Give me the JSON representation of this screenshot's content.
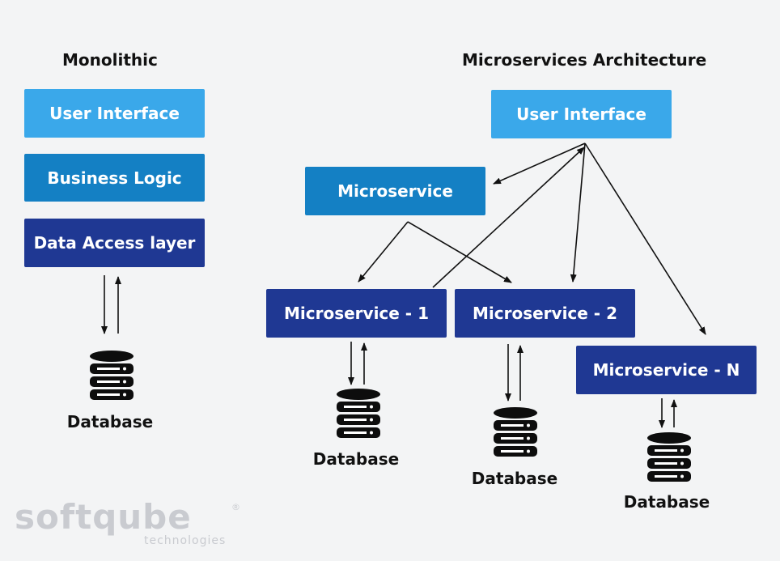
{
  "monolithic": {
    "heading": "Monolithic",
    "layers": [
      "User Interface",
      "Business Logic",
      "Data Access layer"
    ],
    "database_label": "Database"
  },
  "microservices": {
    "heading": "Microservices Architecture",
    "ui_label": "User Interface",
    "gateway_label": "Microservice",
    "services": [
      "Microservice - 1",
      "Microservice - 2",
      "Microservice - N"
    ],
    "database_labels": [
      "Database",
      "Database",
      "Database"
    ]
  },
  "logo": {
    "brand": "softqube",
    "tagline": "technologies",
    "registered": "®"
  },
  "colors": {
    "light_blue": "#3aa8ea",
    "mid_blue": "#1480c4",
    "dark_blue": "#1f3893"
  },
  "icons": [
    "database-icon"
  ]
}
